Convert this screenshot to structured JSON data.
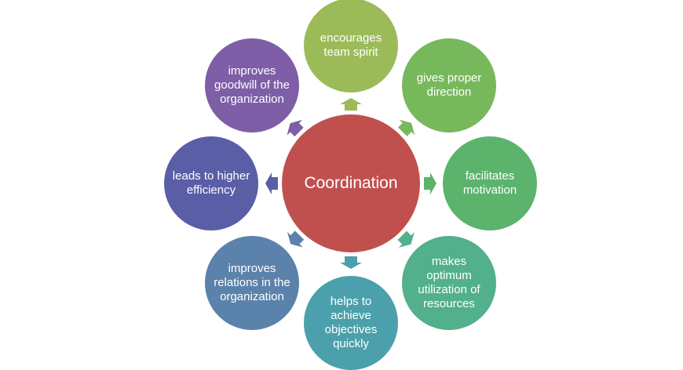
{
  "center": {
    "label": "Coordination",
    "color": "#c0504d"
  },
  "nodes": [
    {
      "label": "encourages team spirit",
      "color": "#9bbb59"
    },
    {
      "label": "gives proper direction",
      "color": "#78b85c"
    },
    {
      "label": "facilitates motivation",
      "color": "#5cb36c"
    },
    {
      "label": "makes optimum utilization of resources",
      "color": "#52b08d"
    },
    {
      "label": "helps to achieve objectives quickly",
      "color": "#4ba0ab"
    },
    {
      "label": "improves relations in the organization",
      "color": "#5b82ab"
    },
    {
      "label": "leads to higher efficiency",
      "color": "#5a5ea6"
    },
    {
      "label": "improves goodwill of the organization",
      "color": "#7e5ea6"
    }
  ]
}
